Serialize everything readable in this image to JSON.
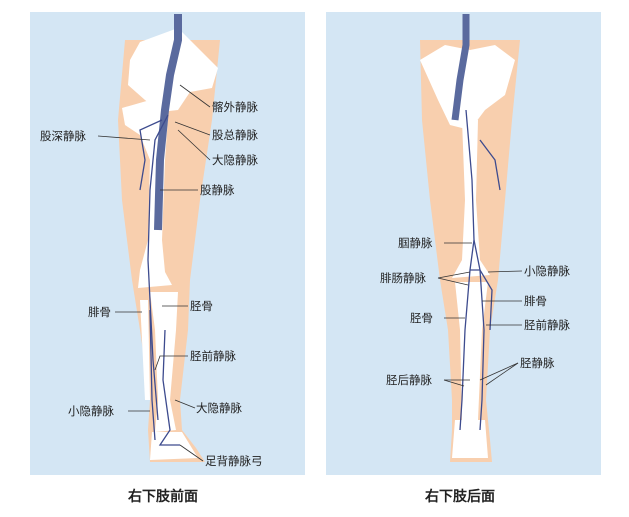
{
  "colors": {
    "panel": "#d4e6f4",
    "skin": "#f8cfae",
    "bone": "#ffffff",
    "vein": "#3d4b8e"
  },
  "front": {
    "caption": "右下肢前面",
    "labels": {
      "external_iliac": "髂外静脉",
      "common_femoral": "股总静脉",
      "deep_femoral": "股深静脉",
      "great_saphenous_upper": "大隐静脉",
      "femoral": "股静脉",
      "fibula": "腓骨",
      "tibia": "胫骨",
      "anterior_tibial": "胫前静脉",
      "small_saphenous": "小隐静脉",
      "great_saphenous_lower": "大隐静脉",
      "dorsal_arch": "足背静脉弓"
    }
  },
  "back": {
    "caption": "右下肢后面",
    "labels": {
      "popliteal": "腘静脉",
      "gastrocnemius": "腓肠静脉",
      "small_saphenous": "小隐静脉",
      "fibula": "腓骨",
      "tibia": "胫骨",
      "anterior_tibial": "胫前静脉",
      "tibial": "胫静脉",
      "posterior_tibial": "胫后静脉"
    }
  }
}
